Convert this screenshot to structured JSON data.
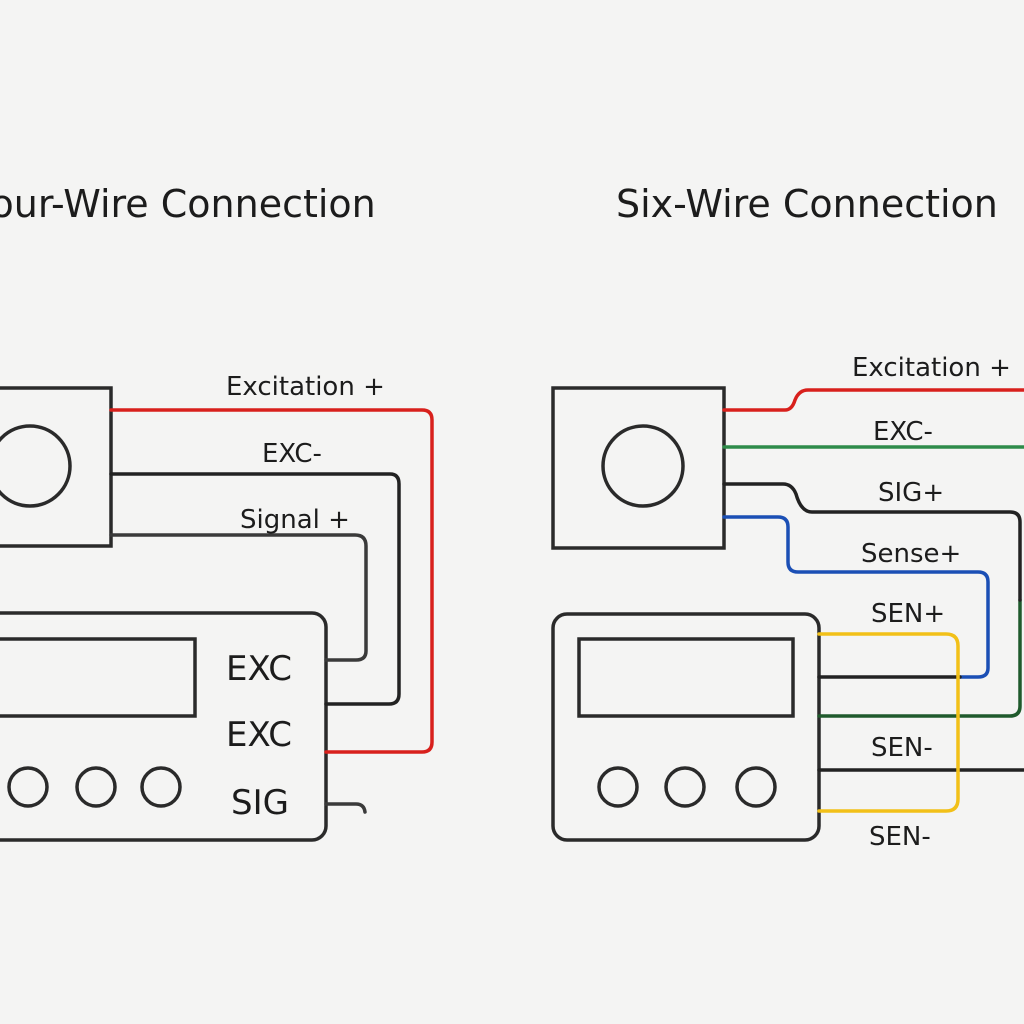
{
  "left": {
    "title": "Four-Wire Connection",
    "wire_labels": [
      "Excitation +",
      "EXC-",
      "Signal +"
    ],
    "terminals": [
      "EXC",
      "EXC",
      "SIG"
    ]
  },
  "right": {
    "title": "Six-Wire Connection",
    "wire_labels": [
      "Excitation +",
      "EXC-",
      "SIG+",
      "Sense+",
      "SEN+",
      "SEN-",
      "SEN-"
    ]
  },
  "colors": {
    "red": "#d8201c",
    "black": "#222222",
    "green": "#2e8b4a",
    "blue": "#1b4fb5",
    "yellow": "#f2c018"
  }
}
